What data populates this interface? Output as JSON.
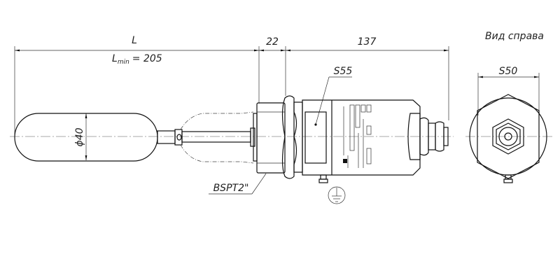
{
  "dimensions": {
    "length_label": "L",
    "length_min": "L",
    "length_min_sub": "min",
    "length_min_value": "= 205",
    "thread_length": "22",
    "body_length": "137",
    "float_diameter": "ϕ40",
    "hex_body": "S55",
    "hex_right_view": "S50",
    "thread": "BSPT2\""
  },
  "views": {
    "right_view_title": "Вид справа"
  },
  "symbols": [
    "ground-symbol"
  ]
}
